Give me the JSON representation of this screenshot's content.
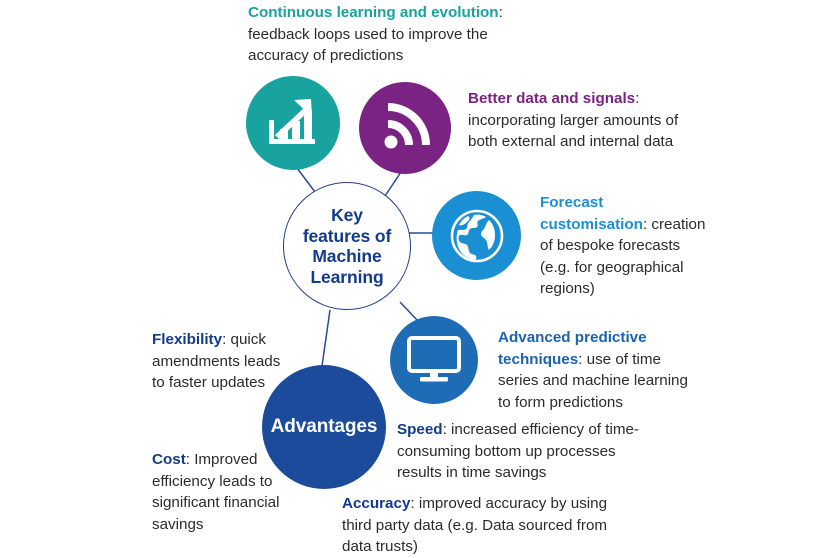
{
  "diagram": {
    "hub": {
      "label": "Key features of Machine Learning",
      "label_lines": [
        "Key",
        "features of",
        "Machine",
        "Learning"
      ],
      "fill": "#ffffff",
      "border_color": "#1f3f87",
      "text_color": "#143a8c"
    },
    "advantages": {
      "label": "Advantages",
      "fill": "#1c4b9b",
      "text_color": "#ffffff"
    },
    "nodes": [
      {
        "id": "continuous-learning",
        "icon": "bar-chart-growth-icon",
        "color": "#18a3a0",
        "lead": "Continuous learning and evolution",
        "body": ": feedback loops used to improve the accuracy of predictions"
      },
      {
        "id": "better-data-signals",
        "icon": "rss-signal-icon",
        "color": "#7b2382",
        "lead": "Better data and signals",
        "body": ": incorporating larger amounts of both external and internal data"
      },
      {
        "id": "forecast-customisation",
        "icon": "globe-icon",
        "color": "#1b8fd4",
        "lead": "Forecast customisation",
        "body": ": creation of bespoke forecasts (e.g. for geographical regions)"
      },
      {
        "id": "advanced-predictive-techniques",
        "icon": "monitor-icon",
        "color": "#1d6cb5",
        "lead": "Advanced predictive techniques",
        "body": ": use of time series and machine learning to form predictions"
      }
    ],
    "advantage_notes": [
      {
        "id": "flexibility",
        "lead": "Flexibility",
        "body": ": quick amendments leads to faster updates",
        "color": "#143a8c"
      },
      {
        "id": "cost",
        "lead": "Cost",
        "body": ": Improved efficiency leads to significant financial savings",
        "color": "#143a8c"
      },
      {
        "id": "speed",
        "lead": "Speed",
        "body": ": increased efficiency of time-consuming bottom up processes results in time savings",
        "color": "#143a8c"
      },
      {
        "id": "accuracy",
        "lead": "Accuracy",
        "body": ": improved accuracy by using third party data (e.g. Data sourced from data trusts)",
        "color": "#143a8c"
      }
    ],
    "palette": {
      "teal": "#18a3a0",
      "purple": "#7b2382",
      "light_blue": "#1b8fd4",
      "mid_blue": "#1d6cb5",
      "navy": "#1c4b9b",
      "body_text": "#2b2b2b",
      "connector": "#2b4a94",
      "background": "#ffffff"
    }
  }
}
